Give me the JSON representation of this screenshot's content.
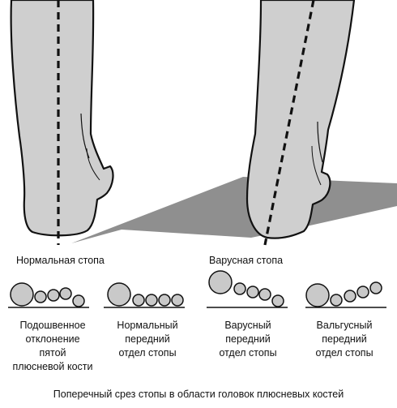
{
  "labels": {
    "normal_foot": "Нормальная стопа",
    "varus_foot": "Варусная стопа"
  },
  "captions": [
    {
      "lines": [
        "Подошвенное",
        "отклонение",
        "пятой",
        "плюсневой кости"
      ]
    },
    {
      "lines": [
        "Нормальный",
        "передний",
        "отдел стопы"
      ]
    },
    {
      "lines": [
        "Варусный",
        "передний",
        "отдел стопы"
      ]
    },
    {
      "lines": [
        "Вальгусный",
        "передний",
        "отдел стопы"
      ]
    }
  ],
  "bottom_caption": "Поперечный срез стопы в области головок плюсневых костей",
  "colors": {
    "leg_fill": "#cfcfcf",
    "shadow_fill": "#8f8f8f",
    "circle_fill": "#c9c9c9",
    "outline": "#111111"
  }
}
